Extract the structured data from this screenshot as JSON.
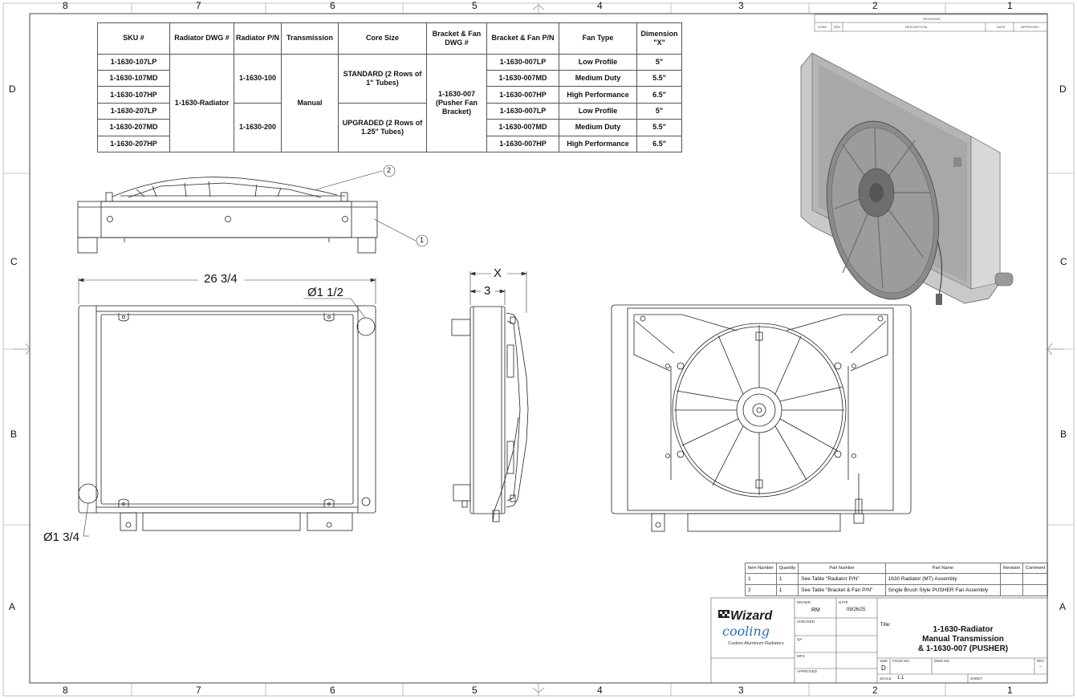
{
  "border": {
    "columns": [
      "8",
      "7",
      "6",
      "5",
      "4",
      "3",
      "2",
      "1"
    ],
    "rows": [
      "D",
      "C",
      "B",
      "A"
    ]
  },
  "revisions": {
    "title": "REVISIONS",
    "headers": [
      "ZONE",
      "REV",
      "DESCRIPTION",
      "DATE",
      "APPROVED"
    ]
  },
  "sku_table": {
    "headers": [
      "SKU #",
      "Radiator DWG #",
      "Radiator P/N",
      "Transmission",
      "Core Size",
      "Bracket & Fan DWG #",
      "Bracket & Fan P/N",
      "Fan Type",
      "Dimension \"X\""
    ],
    "skus": [
      "1-1630-107LP",
      "1-1630-107MD",
      "1-1630-107HP",
      "1-1630-207LP",
      "1-1630-207MD",
      "1-1630-207HP"
    ],
    "radiator_dwg": "1-1630-Radiator",
    "radiator_pn": [
      "1-1630-100",
      "1-1630-200"
    ],
    "transmission": "Manual",
    "core_size": [
      "STANDARD (2 Rows of 1\" Tubes)",
      "UPGRADED (2 Rows of 1.25\" Tubes)"
    ],
    "bracket_dwg": "1-1630-007 (Pusher Fan Bracket)",
    "bracket_pn": [
      "1-1630-007LP",
      "1-1630-007MD",
      "1-1630-007HP",
      "1-1630-007LP",
      "1-1630-007MD",
      "1-1630-007HP"
    ],
    "fan_type": [
      "Low Profile",
      "Medium Duty",
      "High Performance",
      "Low Profile",
      "Medium Duty",
      "High Performance"
    ],
    "dimension_x": [
      "5\"",
      "5.5\"",
      "6.5\"",
      "5\"",
      "5.5\"",
      "6.5\""
    ]
  },
  "callouts": {
    "item1": "1",
    "item2": "2"
  },
  "dimensions": {
    "width": "26 3/4",
    "outlet_dia": "Ø1 1/2",
    "inlet_dia": "Ø1 3/4",
    "x_label": "X",
    "core_depth": "3"
  },
  "bom": {
    "headers": [
      "Item Number",
      "Quantity",
      "Part Number",
      "Part Name",
      "Revision",
      "Comment"
    ],
    "rows": [
      {
        "item": "1",
        "qty": "1",
        "part_number": "See Table \"Radiator P/N\"",
        "part_name": "1630 Radiator (MT) Assembly",
        "revision": "",
        "comment": ""
      },
      {
        "item": "2",
        "qty": "1",
        "part_number": "See Table \"Bracket & Fan P/N\"",
        "part_name": "Single Brush Style PUSHER Fan Assembly",
        "revision": "",
        "comment": ""
      }
    ]
  },
  "logo": {
    "brand_top": "Wizard",
    "brand_bottom": "cooling",
    "tagline": "Custom Aluminum Radiators"
  },
  "title_block": {
    "drawn_label": "DRAWN",
    "drawn_value": "RM",
    "date_label": "DATE",
    "date_value": "09/26/25",
    "checked_label": "CHECKED",
    "qa_label": "QA",
    "mfg_label": "MFG",
    "approved_label": "APPROVED",
    "title_label": "Title:",
    "title_lines": [
      "1-1630-Radiator",
      "Manual Transmission",
      "& 1-1630-007 (PUSHER)"
    ],
    "size_label": "SIZE",
    "size_value": "D",
    "fscm_label": "FSCM NO",
    "dwg_label": "DWG NO",
    "rev_label": "REV",
    "rev_value": "-",
    "scale_label": "SCALE",
    "scale_value": "1:1",
    "sheet_label": "SHEET"
  },
  "colors": {
    "line": "#222222",
    "render": "#9a9a9a",
    "logo_blue": "#2a6fb8"
  }
}
